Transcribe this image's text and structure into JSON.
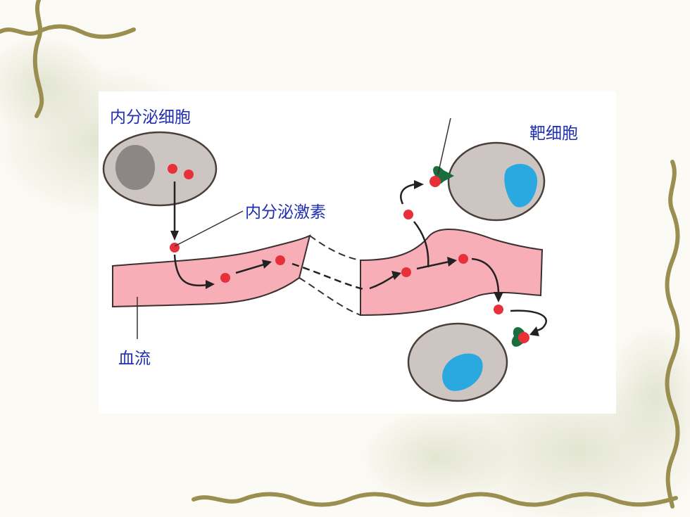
{
  "labels": {
    "endocrine_cell": "内分泌细胞",
    "target_cell": "靶细胞",
    "hormone": "内分泌激素",
    "blood_flow": "血流"
  },
  "colors": {
    "label_text": "#1f2fb0",
    "cell_fill": "#cdc5c1",
    "cell_outline": "#4a3f3a",
    "nucleus_endocrine": "#8c8685",
    "nucleus_target": "#2aa8e0",
    "hormone_dot": "#e8303a",
    "receptor": "#1a6e3e",
    "vessel_fill": "#f7aeb6",
    "vine": "#9a8f50"
  },
  "icons": {
    "decoration": "vine-border",
    "background": "faded-flower-watermark"
  }
}
